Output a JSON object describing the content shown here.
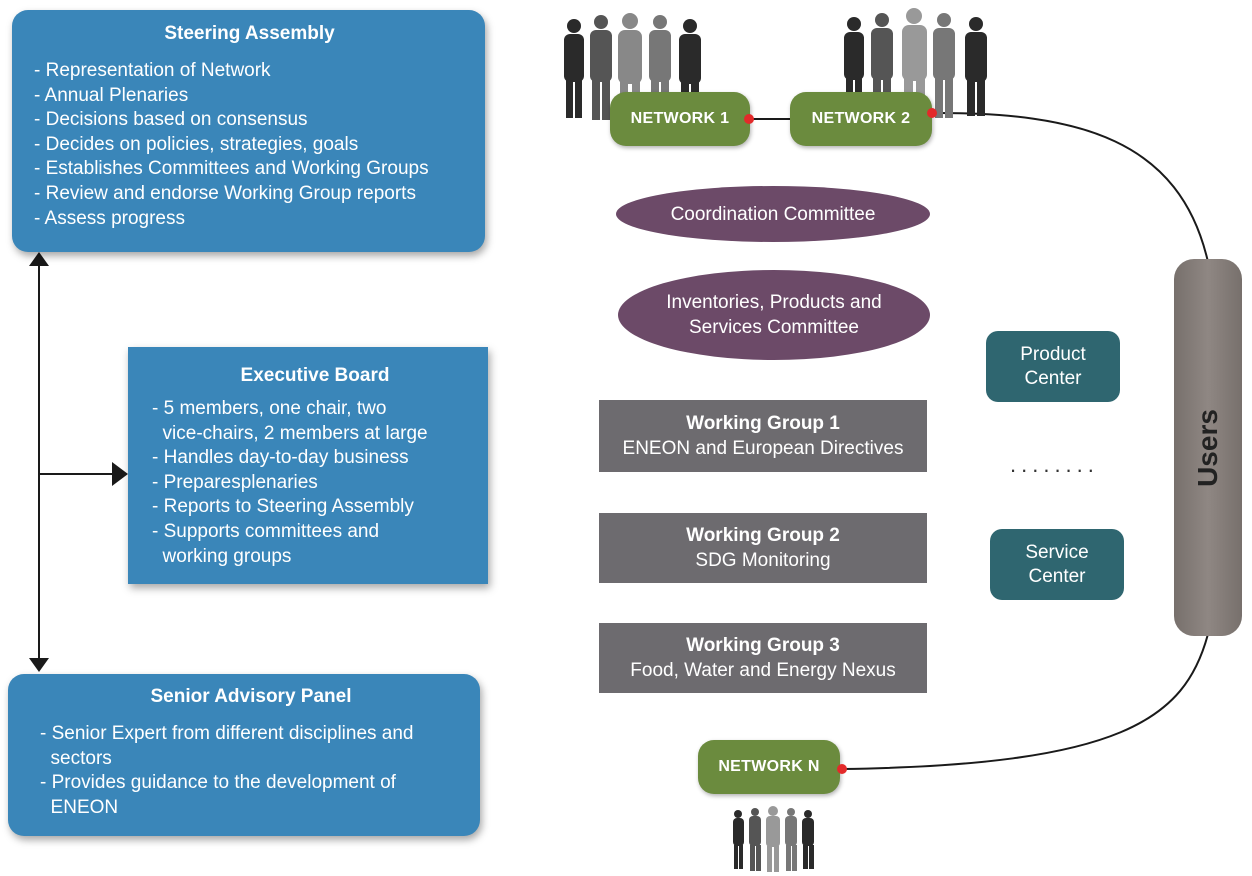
{
  "steering_assembly": {
    "title": "Steering Assembly",
    "items": [
      "- Representation of Network",
      "- Annual Plenaries",
      "- Decisions based on consensus",
      "- Decides on policies, strategies, goals",
      "- Establishes Committees and Working Groups",
      "- Review and endorse Working Group reports",
      "- Assess progress"
    ]
  },
  "executive_board": {
    "title": "Executive Board",
    "items": [
      "- 5 members, one chair, two",
      "  vice-chairs, 2 members at large",
      "- Handles day-to-day business",
      "- Preparesplenaries",
      "- Reports to Steering Assembly",
      "- Supports committees and",
      "  working groups"
    ]
  },
  "senior_advisory_panel": {
    "title": "Senior Advisory Panel",
    "items": [
      "- Senior Expert from different disciplines and",
      "  sectors",
      "- Provides guidance to the development of",
      "  ENEON"
    ]
  },
  "networks": [
    "NETWORK 1",
    "NETWORK 2",
    "NETWORK N"
  ],
  "committees": [
    "Coordination Committee",
    "Inventories, Products and Services Committee"
  ],
  "working_groups": [
    {
      "title": "Working Group 1",
      "subtitle": "ENEON and European Directives"
    },
    {
      "title": "Working Group 2",
      "subtitle": "SDG Monitoring"
    },
    {
      "title": "Working Group 3",
      "subtitle": "Food, Water and Energy Nexus"
    }
  ],
  "centers": {
    "product": "Product\nCenter",
    "ellipsis": "........",
    "service": "Service\nCenter"
  },
  "users_label": "Users",
  "colors": {
    "box_blue": "#3a86b9",
    "network_green": "#6b8b3e",
    "committee_purple": "#6c4a68",
    "working_group_gray": "#6d6b6f",
    "center_teal": "#2f6670",
    "users_bar": "#8a837f",
    "connector_dot": "#e32a2a"
  }
}
